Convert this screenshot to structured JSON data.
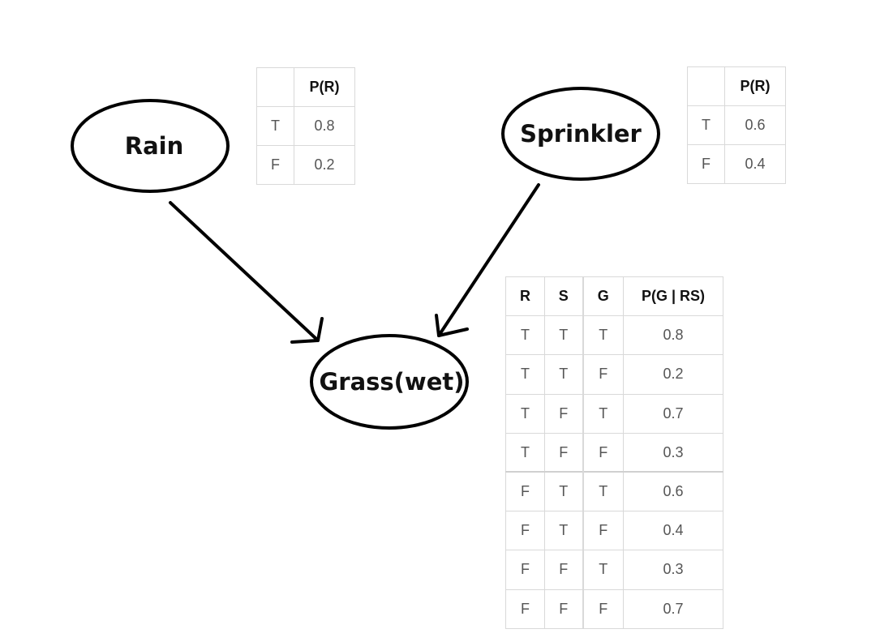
{
  "nodes": {
    "rain": "Rain",
    "sprinkler": "Sprinkler",
    "grass": "Grass(wet)"
  },
  "rain_table": {
    "headers": [
      "",
      "P(R)"
    ],
    "rows": [
      [
        "T",
        "0.8"
      ],
      [
        "F",
        "0.2"
      ]
    ]
  },
  "sprinkler_table": {
    "headers": [
      "",
      "P(R)"
    ],
    "rows": [
      [
        "T",
        "0.6"
      ],
      [
        "F",
        "0.4"
      ]
    ]
  },
  "grass_table": {
    "headers": [
      "R",
      "S",
      "G",
      "P(G | RS)"
    ],
    "rows": [
      [
        "T",
        "T",
        "T",
        "0.8"
      ],
      [
        "T",
        "T",
        "F",
        "0.2"
      ],
      [
        "T",
        "F",
        "T",
        "0.7"
      ],
      [
        "T",
        "F",
        "F",
        "0.3"
      ],
      [
        "F",
        "T",
        "T",
        "0.6"
      ],
      [
        "F",
        "T",
        "F",
        "0.4"
      ],
      [
        "F",
        "F",
        "T",
        "0.3"
      ],
      [
        "F",
        "F",
        "F",
        "0.7"
      ]
    ]
  },
  "edges": [
    {
      "from": "rain",
      "to": "grass"
    },
    {
      "from": "sprinkler",
      "to": "grass"
    }
  ],
  "colors": {
    "stroke": "#000000",
    "table_border": "#d9d9d9",
    "cell_text": "#555555",
    "header_text": "#111111"
  }
}
